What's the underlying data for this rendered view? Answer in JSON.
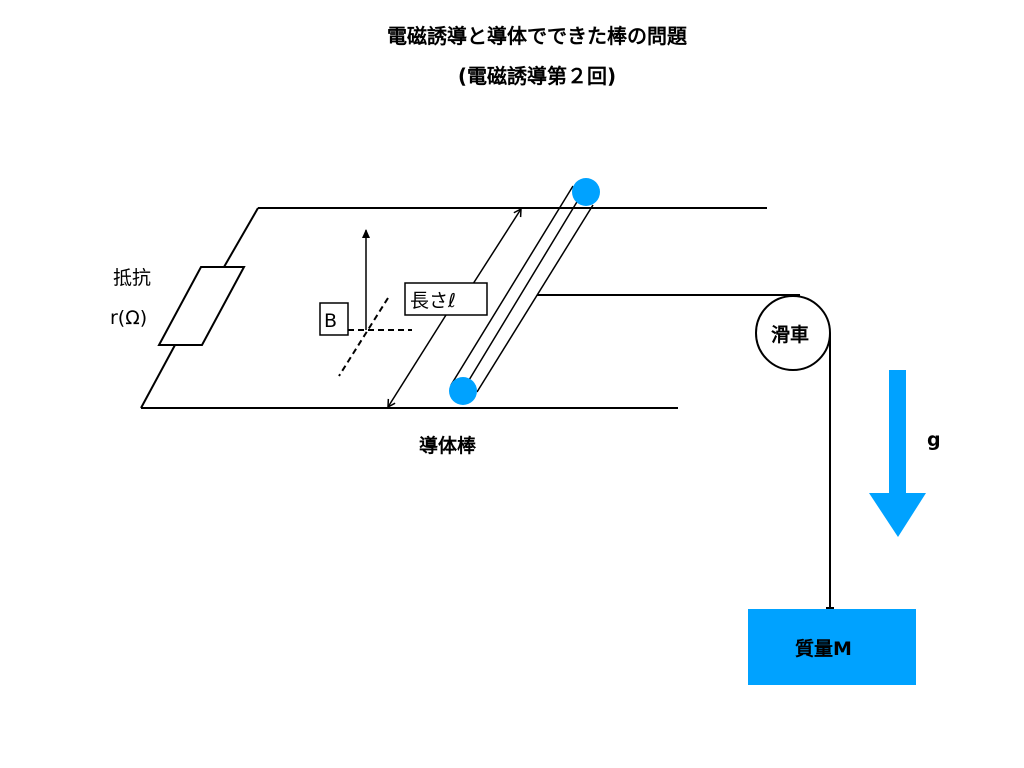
{
  "title": {
    "line1": "電磁誘導と導体でできた棒の問題",
    "line2": "(電磁誘導第２回)"
  },
  "labels": {
    "resistor_name": "抵抗",
    "resistor_unit": "r(Ω)",
    "magnetic_field": "B",
    "rod_length": "長さℓ",
    "rod_name": "導体棒",
    "pulley": "滑車",
    "gravity": "g",
    "mass": "質量M"
  },
  "colors": {
    "accent_blue": "#00a2ff",
    "line": "#000000",
    "background": "#ffffff"
  }
}
